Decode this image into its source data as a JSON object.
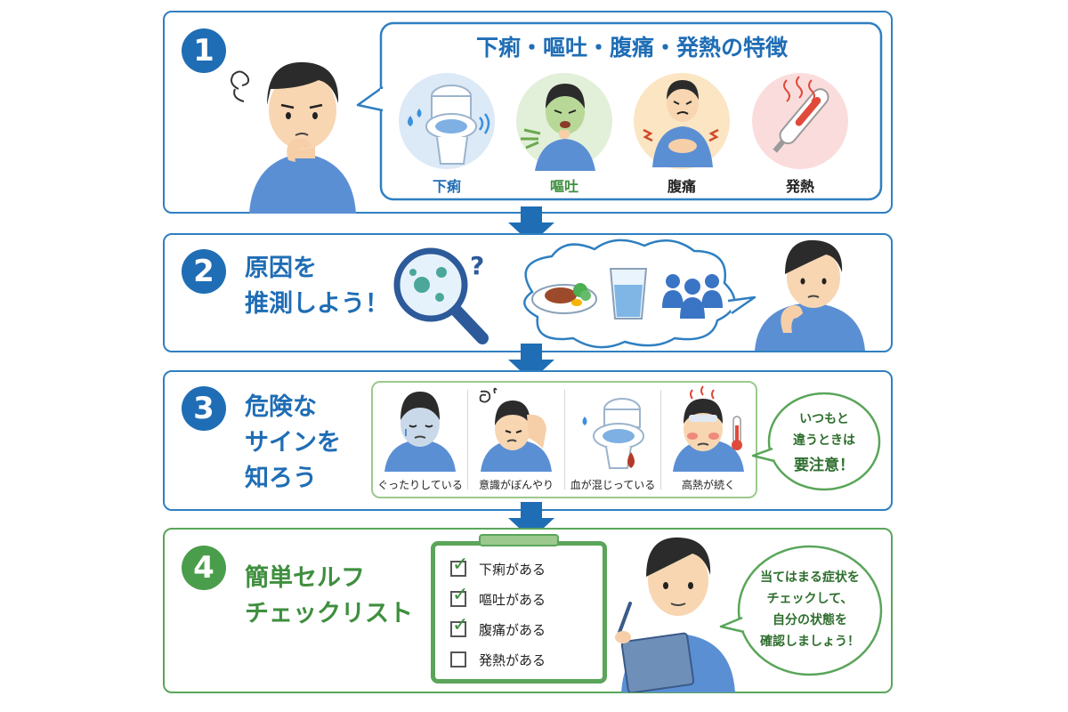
{
  "steps": [
    {
      "number": "1",
      "title": "下痢・嘔吐・腹痛・発熱の特徴",
      "symptoms": [
        {
          "label": "下痢",
          "icon": "toilet-icon",
          "color": "#1f6db5"
        },
        {
          "label": "嘔吐",
          "icon": "vomiting-person-icon",
          "color": "#3e8f3e"
        },
        {
          "label": "腹痛",
          "icon": "stomachache-person-icon",
          "color": "#222222"
        },
        {
          "label": "発熱",
          "icon": "thermometer-icon",
          "color": "#222222"
        }
      ]
    },
    {
      "number": "2",
      "title": "原因を\n推測しよう！",
      "question_mark": "?",
      "cause_icons": [
        "food-plate-icon",
        "water-glass-icon",
        "group-people-icon"
      ]
    },
    {
      "number": "3",
      "title": "危険な\nサインを\n知ろう",
      "signs": [
        {
          "label": "ぐったりしている",
          "icon": "exhausted-person-icon"
        },
        {
          "label": "意識がぼんやり",
          "icon": "dizzy-person-icon"
        },
        {
          "label": "血が混じっている",
          "icon": "toilet-blood-icon"
        },
        {
          "label": "高熱が続く",
          "icon": "fever-person-icon"
        }
      ],
      "bubble_lines": [
        "いつもと",
        "違うときは",
        "要注意！"
      ]
    },
    {
      "number": "4",
      "title": "簡単セルフ\nチェックリスト",
      "checklist": [
        {
          "label": "下痢がある",
          "checked": true
        },
        {
          "label": "嘔吐がある",
          "checked": true
        },
        {
          "label": "腹痛がある",
          "checked": true
        },
        {
          "label": "発熱がある",
          "checked": false
        }
      ],
      "bubble_lines": [
        "当てはまる症状を",
        "チェックして、",
        "自分の状態を",
        "確認しましょう！"
      ]
    }
  ],
  "colors": {
    "blue": "#1f6db5",
    "green": "#4a9d4a",
    "border_blue": "#2f7fc1",
    "border_green": "#5aa55a"
  }
}
